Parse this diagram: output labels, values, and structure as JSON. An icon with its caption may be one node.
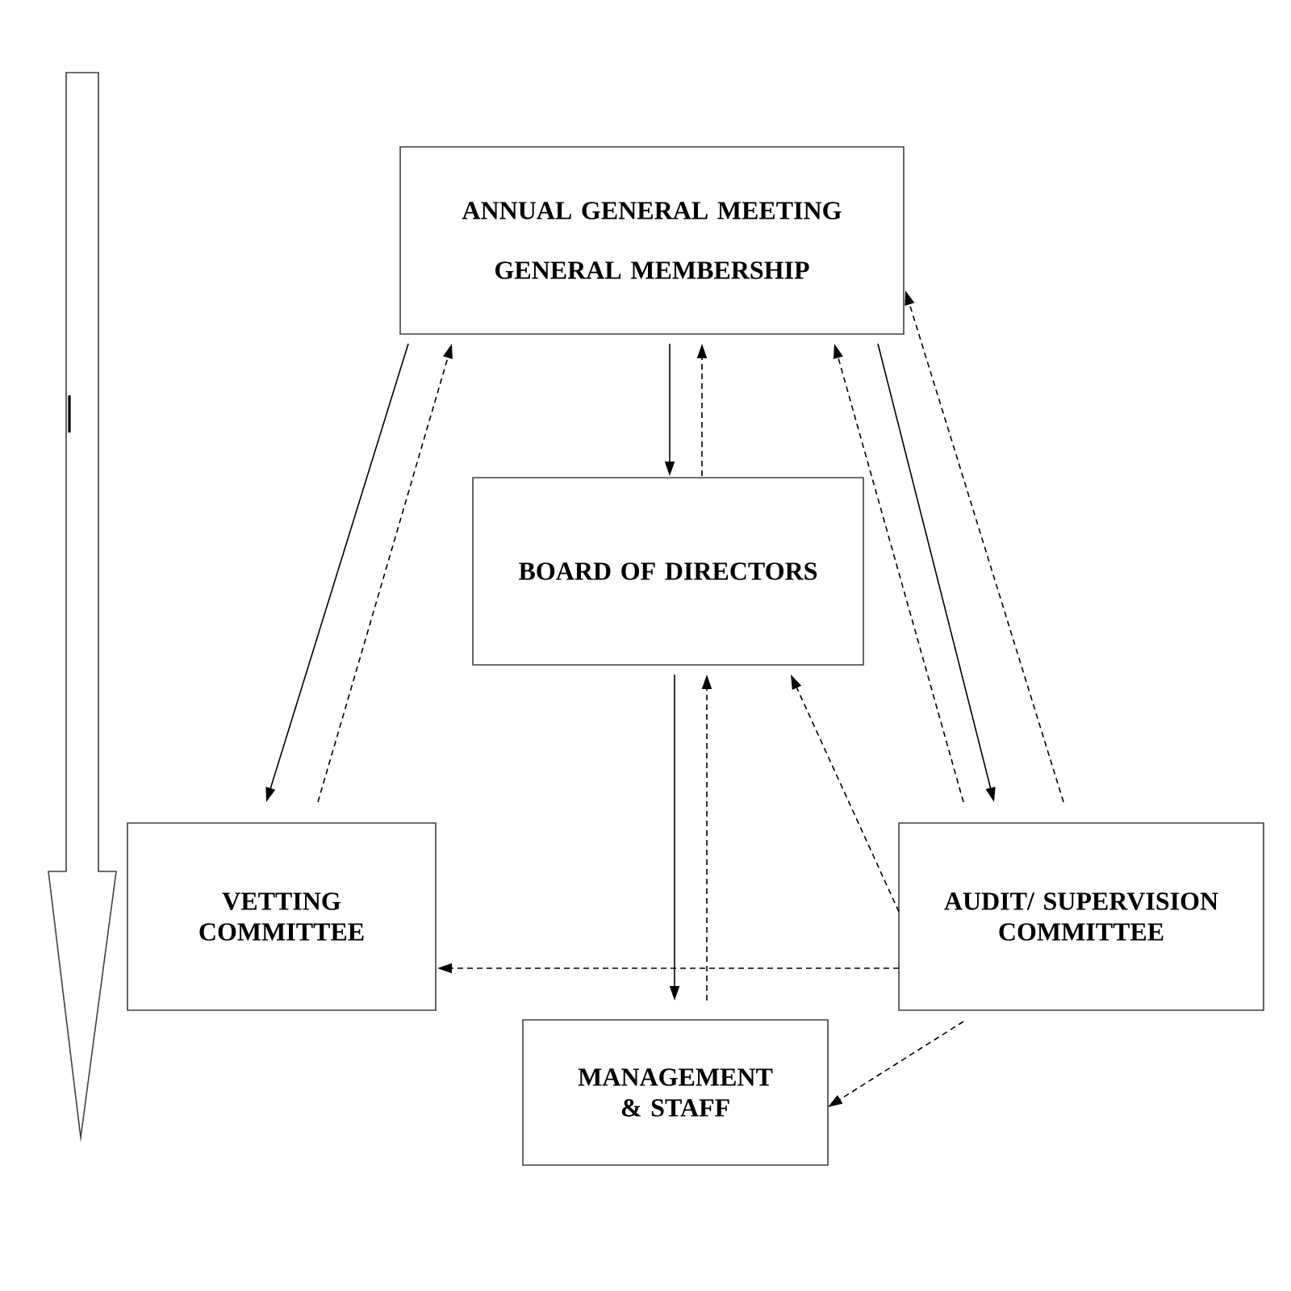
{
  "diagram": {
    "nodes": [
      {
        "text": [
          "ANNUAL GENERAL MEETING",
          "GENERAL MEMBERSHIP"
        ]
      },
      {
        "text": [
          "BOARD OF DIRECTORS"
        ]
      },
      {
        "text": [
          "VETTING COMMITTEE"
        ]
      },
      {
        "text": [
          "AUDIT/ SUPERVISION COMMITTEE"
        ]
      },
      {
        "text": [
          "MANAGEMENT & STAFF"
        ]
      }
    ],
    "edges": [
      {
        "from": 0,
        "to": 2,
        "arrow": "to"
      },
      {
        "from": 2,
        "to": 0,
        "arrow": "to",
        "style": "dashed"
      },
      {
        "from": 0,
        "to": 1,
        "arrow": "to"
      },
      {
        "from": 1,
        "to": 0,
        "arrow": "to",
        "style": "dashed"
      },
      {
        "from": 3,
        "to": 0,
        "arrow": "to",
        "style": "dashed"
      },
      {
        "from": 0,
        "to": 3,
        "arrow": "to"
      },
      {
        "from": 3,
        "to": 0,
        "arrow": "to",
        "style": "dashed"
      },
      {
        "from": 1,
        "to": 4,
        "arrow": "to"
      },
      {
        "from": 4,
        "to": 1,
        "arrow": "to",
        "style": "dashed"
      },
      {
        "from": 3,
        "to": 1,
        "arrow": "to",
        "style": "dashed"
      },
      {
        "from": 3,
        "to": 2,
        "arrow": "to",
        "style": "dashed"
      },
      {
        "from": 3,
        "to": 4,
        "arrow": "to",
        "style": "dashed"
      }
    ]
  }
}
